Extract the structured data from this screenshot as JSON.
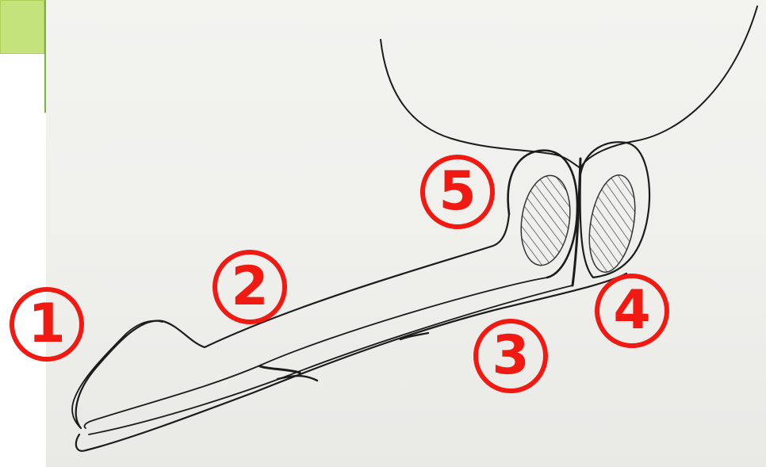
{
  "colors": {
    "marker": "#f11a13",
    "accent_fill": "#c5e37c",
    "accent_line": "#7fb03a",
    "ink": "#1c1c1c",
    "hatch": "#555555"
  },
  "markers": [
    {
      "id": "1",
      "label": "1"
    },
    {
      "id": "2",
      "label": "2"
    },
    {
      "id": "3",
      "label": "3"
    },
    {
      "id": "4",
      "label": "4"
    },
    {
      "id": "5",
      "label": "5"
    }
  ]
}
